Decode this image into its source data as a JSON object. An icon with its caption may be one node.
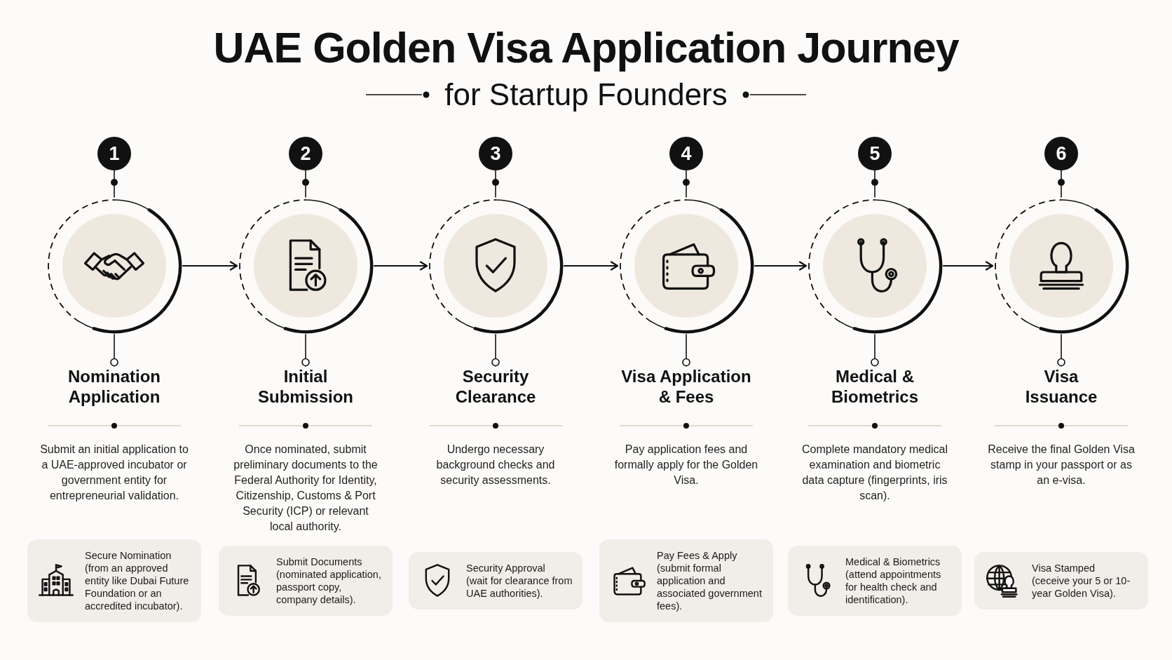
{
  "diagram": {
    "title": "UAE Golden Visa Application Journey",
    "nodes": [
      {
        "text": [
          "1"
        ]
      },
      {
        "text": [],
        "shape": "circle"
      },
      {
        "text": [
          "Nomination Application",
          "Submit an initial application to a UAE-approved incubator or government entity for entrepreneurial validation."
        ]
      },
      {
        "text": [
          "Secure Nomination",
          "(from an approved entity like Dubai Future Foundation or an accredited incubator)."
        ]
      },
      {
        "text": [
          "2"
        ]
      },
      {
        "text": [],
        "shape": "circle"
      },
      {
        "text": [
          "Initial Submission",
          "Once nominated, submit preliminary documents to the Federal Authority for Identity, Citizenship, Customs & Port Security (ICP) or relevant local authority."
        ]
      },
      {
        "text": [
          "Submit Documents",
          "(nominated application, passport copy, company details)."
        ]
      },
      {
        "text": [
          "3"
        ]
      },
      {
        "text": [],
        "shape": "circle"
      },
      {
        "text": [
          "Security Clearance",
          "Undergo necessary background checks and security assessments."
        ]
      },
      {
        "text": [
          "Security Approval",
          "(wait for clearance from UAE authorities)."
        ]
      },
      {
        "text": [
          "4"
        ]
      },
      {
        "text": [],
        "shape": "circle"
      },
      {
        "text": [
          "Visa Application & Fees",
          "Pay application fees and formally apply for the Golden Visa."
        ]
      },
      {
        "text": [
          "Pay Fees & Apply",
          "(submit formal application and associated government fees)."
        ]
      },
      {
        "text": [
          "5"
        ]
      },
      {
        "text": [],
        "shape": "circle"
      },
      {
        "text": [
          "Medical & Biometrics",
          "Complete mandatory medical examination and biometric data capture (fingerprints, iris scan)."
        ]
      },
      {
        "text": [
          "Medical & Biometrics",
          "(attend appointments for health check and identification)."
        ]
      },
      {
        "text": [
          "6"
        ]
      },
      {
        "text": [],
        "shape": "circle"
      },
      {
        "text": [
          "Visa Issuance",
          "Receive the final Golden Visa stamp in your passport or as an e-visa."
        ]
      },
      {
        "text": [
          "Visa Stamped",
          "(ceceive your 5 or 10-year Golden Visa)."
        ]
      }
    ],
    "edges": [
      {
        "from": 0,
        "to": 1,
        "arrow": "other"
      },
      {
        "from": 1,
        "to": 2,
        "arrow": "other"
      },
      {
        "from": 1,
        "to": 5,
        "arrow": "to"
      },
      {
        "from": 4,
        "to": 5,
        "arrow": "other"
      },
      {
        "from": 5,
        "to": 6,
        "arrow": "other"
      },
      {
        "from": 5,
        "to": 9,
        "arrow": "to"
      },
      {
        "from": 8,
        "to": 9,
        "arrow": "other"
      },
      {
        "from": 9,
        "to": 10,
        "arrow": "other"
      },
      {
        "from": 9,
        "to": 13,
        "arrow": "to"
      },
      {
        "from": 12,
        "to": 13,
        "arrow": "other"
      },
      {
        "from": 13,
        "to": 14,
        "arrow": "other"
      },
      {
        "from": 13,
        "to": 17,
        "arrow": "to"
      },
      {
        "from": 16,
        "to": 17,
        "arrow": "other"
      },
      {
        "from": 17,
        "to": 18,
        "arrow": "other"
      },
      {
        "from": 17,
        "to": 21,
        "arrow": "to"
      },
      {
        "from": 20,
        "to": 21,
        "arrow": "other"
      },
      {
        "from": 21,
        "to": 22,
        "arrow": "other"
      }
    ],
    "labels": [
      "for Startup Founders"
    ]
  }
}
